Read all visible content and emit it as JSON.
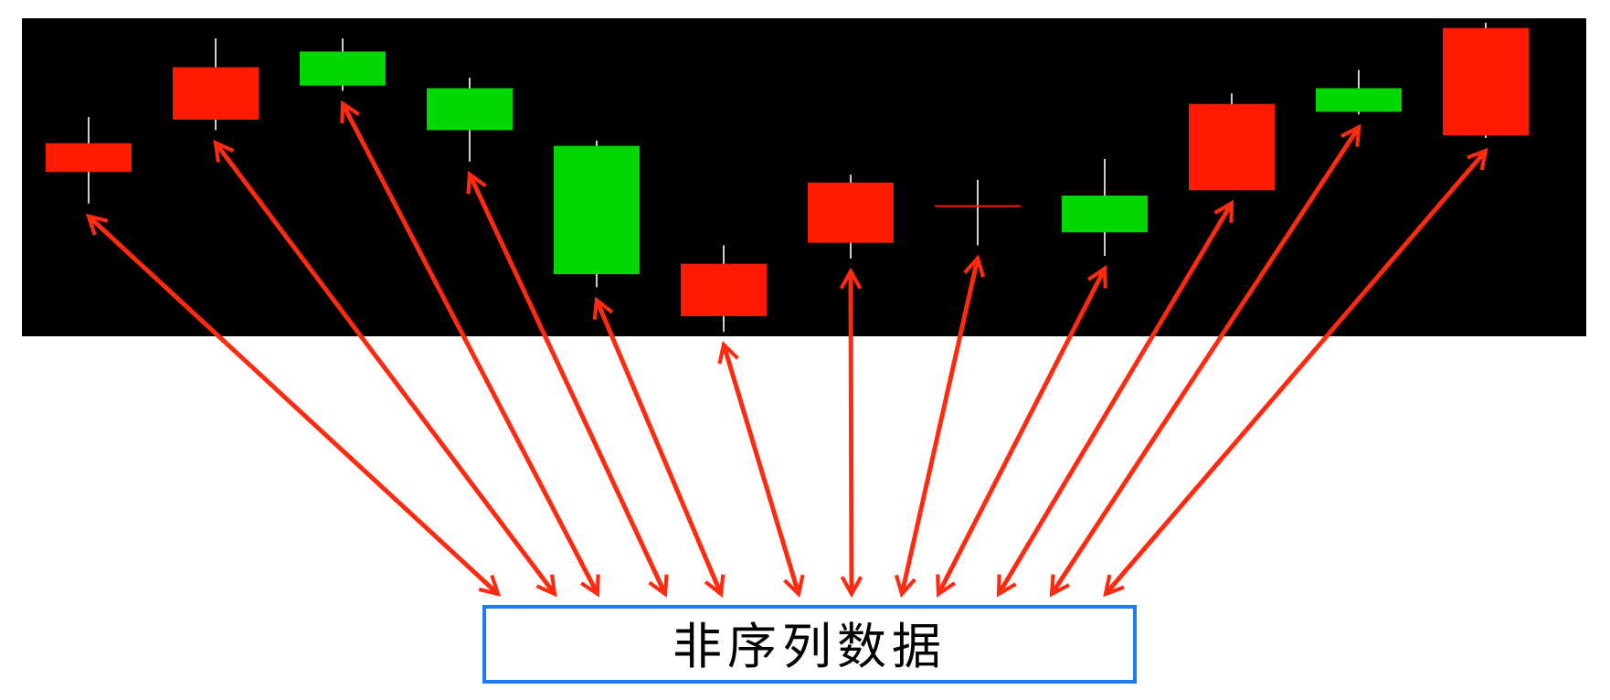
{
  "diagram": {
    "label": "非序列数据"
  },
  "colors": {
    "background": "#000000",
    "rise": "#ff1a00",
    "fall": "#00d800",
    "wick": "#d0d0d0",
    "arrow": "#ff2a10",
    "label_border": "#1e7bf0",
    "label_text": "#000000"
  },
  "chart_data": {
    "type": "candlestick",
    "candles": [
      {
        "open": 62,
        "close": 73,
        "high": 83,
        "low": 50,
        "direction": "up"
      },
      {
        "open": 82,
        "close": 102,
        "high": 113,
        "low": 78,
        "direction": "up"
      },
      {
        "open": 108,
        "close": 95,
        "high": 113,
        "low": 93,
        "direction": "down"
      },
      {
        "open": 94,
        "close": 78,
        "high": 98,
        "low": 66,
        "direction": "down"
      },
      {
        "open": 72,
        "close": 23,
        "high": 74,
        "low": 18,
        "direction": "down"
      },
      {
        "open": 7,
        "close": 27,
        "high": 34,
        "low": 1,
        "direction": "up"
      },
      {
        "open": 35,
        "close": 58,
        "high": 61,
        "low": 29,
        "direction": "up"
      },
      {
        "open": 49,
        "close": 49,
        "high": 59,
        "low": 34,
        "direction": "up"
      },
      {
        "open": 53,
        "close": 39,
        "high": 67,
        "low": 30,
        "direction": "down"
      },
      {
        "open": 55,
        "close": 88,
        "high": 92,
        "low": 55,
        "direction": "up"
      },
      {
        "open": 94,
        "close": 85,
        "high": 101,
        "low": 84,
        "direction": "down"
      },
      {
        "open": 76,
        "close": 117,
        "high": 119,
        "low": 75,
        "direction": "up"
      }
    ],
    "ylim": [
      0,
      120
    ]
  }
}
